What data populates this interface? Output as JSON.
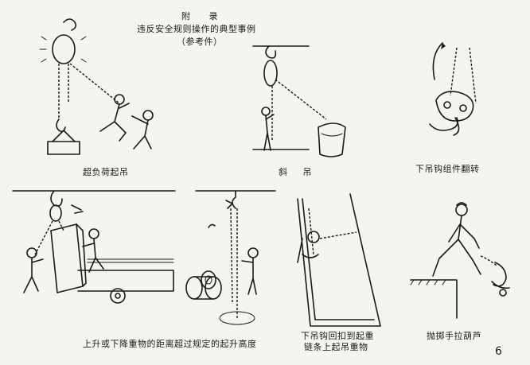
{
  "header": {
    "title": "附 录",
    "subtitle": "违反安全规则操作的典型事例",
    "note": "（参考件）"
  },
  "figures": [
    {
      "caption": "超负荷起吊"
    },
    {
      "caption": "斜 吊"
    },
    {
      "caption": "下吊钩组件翻转"
    },
    {
      "caption": "上升或下降重物的距离超过规定的起升高度"
    },
    {
      "caption_line1": "下吊钩回扣到起重",
      "caption_line2": "链条上起吊重物"
    },
    {
      "caption": "抛掷手拉葫芦"
    }
  ],
  "page_number": "6"
}
